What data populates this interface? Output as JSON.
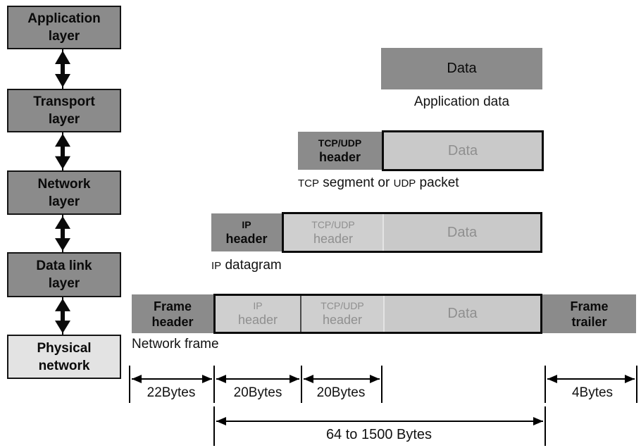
{
  "title": "Network encapsulation diagram",
  "colors": {
    "dark_box": "#8b8b8b",
    "light_section": "#cfcfcf",
    "data_section": "#c9c9c9",
    "physical_box": "#e3e3e3",
    "box_border": "#000000",
    "muted_text": "#8f8f8f",
    "text": "#000000",
    "background": "#ffffff"
  },
  "layers": [
    {
      "label": "Application\nlayer"
    },
    {
      "label": "Transport\nlayer"
    },
    {
      "label": "Network\nlayer"
    },
    {
      "label": "Data link\nlayer"
    },
    {
      "label": "Physical\nnetwork"
    }
  ],
  "rows": {
    "application": {
      "data_label": "Data",
      "caption": "Application data"
    },
    "transport": {
      "header": {
        "line1": "TCP/UDP",
        "line2": "header"
      },
      "data_label": "Data",
      "caption": {
        "acr1": "TCP",
        "mid": " segment or ",
        "acr2": "UDP",
        "end": " packet"
      }
    },
    "network": {
      "header": {
        "line1": "IP",
        "line2": "header"
      },
      "tcp_header": {
        "line1": "TCP/UDP",
        "line2": "header"
      },
      "data_label": "Data",
      "caption": {
        "acr1": "IP",
        "end": " datagram"
      }
    },
    "datalink": {
      "frame_header": {
        "line1": "Frame",
        "line2": "header"
      },
      "ip_header": {
        "line1": "IP",
        "line2": "header"
      },
      "tcp_header": {
        "line1": "TCP/UDP",
        "line2": "header"
      },
      "data_label": "Data",
      "frame_trailer": {
        "line1": "Frame",
        "line2": "trailer"
      },
      "caption": "Network frame"
    }
  },
  "measurements": {
    "frame_header": "22Bytes",
    "ip_header": "20Bytes",
    "tcp_header": "20Bytes",
    "frame_trailer": "4Bytes",
    "payload_range": "64 to 1500 Bytes"
  }
}
